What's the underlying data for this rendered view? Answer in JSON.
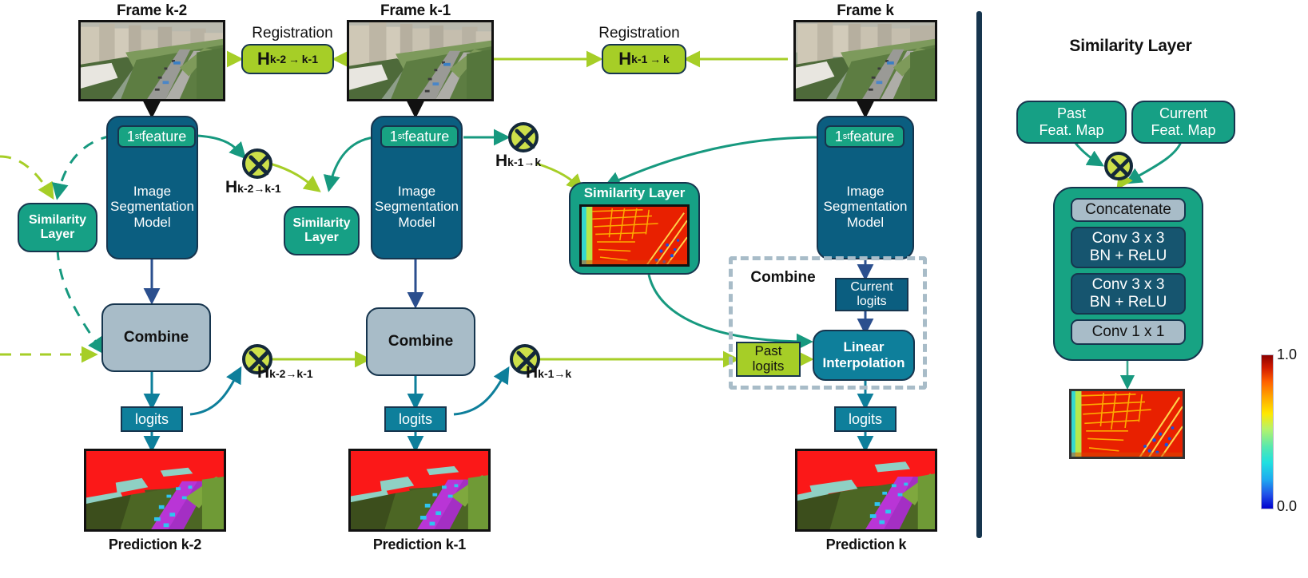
{
  "title_top": {
    "frames": [
      "Frame k-2",
      "Frame k-1",
      "Frame k"
    ],
    "registration_label": "Registration"
  },
  "registration": [
    {
      "h": "H",
      "sub": "k-2 → k-1"
    },
    {
      "h": "H",
      "sub": "k-1 → k"
    }
  ],
  "columns": [
    {
      "feature_label": "1",
      "feature_sup": "st",
      "feature_rest": " feature",
      "model_label": "Image\nSegmentation\nModel",
      "model_lines": [
        "Image",
        "Segmentation",
        "Model"
      ],
      "combine_label": "Combine",
      "logits_label": "logits",
      "prediction_label": "Prediction k-2",
      "similarity_label": "Similarity\nLayer"
    },
    {
      "feature_label": "1",
      "feature_sup": "st",
      "feature_rest": " feature",
      "model_lines": [
        "Image",
        "Segmentation",
        "Model"
      ],
      "combine_label": "Combine",
      "logits_label": "logits",
      "prediction_label": "Prediction k-1",
      "similarity_label": "Similarity\nLayer"
    },
    {
      "feature_label": "1",
      "feature_sup": "st",
      "feature_rest": " feature",
      "model_lines": [
        "Image",
        "Segmentation",
        "Model"
      ],
      "logits_label": "logits",
      "prediction_label": "Prediction k"
    }
  ],
  "similarity_boxes": {
    "left_label_line1": "Similarity",
    "left_label_line2": "Layer",
    "mid_label_line1": "Similarity",
    "mid_label_line2": "Layer",
    "big_label": "Similarity Layer"
  },
  "operators": {
    "glyph": "x-circle-operator",
    "labels": [
      {
        "h": "H",
        "sub": "k-2→k-1"
      },
      {
        "h": "H",
        "sub": "k-1→k"
      },
      {
        "h": "H",
        "sub": "k-2→k-1"
      },
      {
        "h": "H",
        "sub": "k-1→k"
      }
    ]
  },
  "combine_region": {
    "title": "Combine",
    "current_logits": "Current\nlogits",
    "current_logits_lines": [
      "Current",
      "logits"
    ],
    "past_logits_lines": [
      "Past",
      "logits"
    ],
    "linear_interp_lines": [
      "Linear",
      "Interpolation"
    ]
  },
  "right_panel": {
    "title": "Similarity Layer",
    "inputs": [
      {
        "line1": "Past",
        "line2": "Feat. Map"
      },
      {
        "line1": "Current",
        "line2": "Feat. Map"
      }
    ],
    "stack": [
      {
        "line1": "Concatenate",
        "line2": "",
        "style": "grey"
      },
      {
        "line1": "Conv 3 x 3",
        "line2": "BN + ReLU",
        "style": "deep"
      },
      {
        "line1": "Conv 3 x 3",
        "line2": "BN + ReLU",
        "style": "deep"
      },
      {
        "line1": "Conv 1 x 1",
        "line2": "",
        "style": "grey"
      }
    ],
    "colorbar": {
      "max_label": "1.0",
      "min_label": "0.0",
      "colors": [
        "#8b0000",
        "#d11a00",
        "#ff5f00",
        "#ffa500",
        "#ffe800",
        "#b6f36a",
        "#55e8b0",
        "#20e0e0",
        "#1eaaf0",
        "#2050e8",
        "#0000cd"
      ]
    }
  },
  "colors": {
    "deep_blue": "#0b5e80",
    "dark_navy": "#16354e",
    "green": "#16a085",
    "lime": "#a6ce27",
    "grey_blue": "#a8bcc8",
    "teal": "#0e7f9b",
    "op_fill": "#cde04a"
  }
}
